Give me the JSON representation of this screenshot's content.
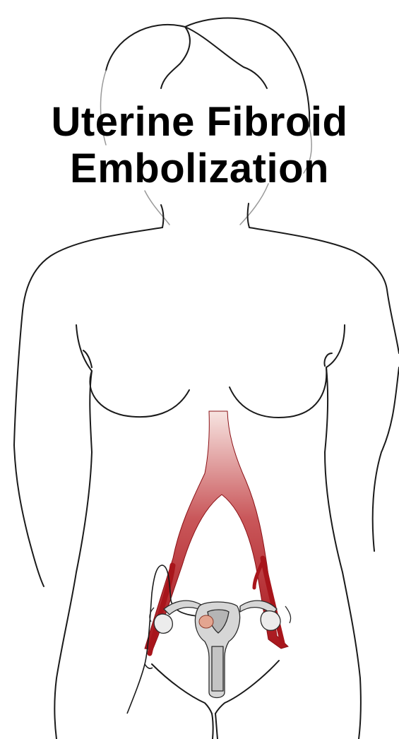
{
  "title": {
    "line1": "Uterine Fibroid",
    "line2": "Embolization"
  },
  "colors": {
    "artery_dark": "#a8151b",
    "artery_light": "#f3d8d4",
    "outline": "#1a1a1a",
    "organ_fill": "#d6d6d6",
    "fibroid": "#e3a590"
  },
  "icons": [
    "body-outline",
    "artery",
    "catheter",
    "uterus",
    "fibroid"
  ]
}
